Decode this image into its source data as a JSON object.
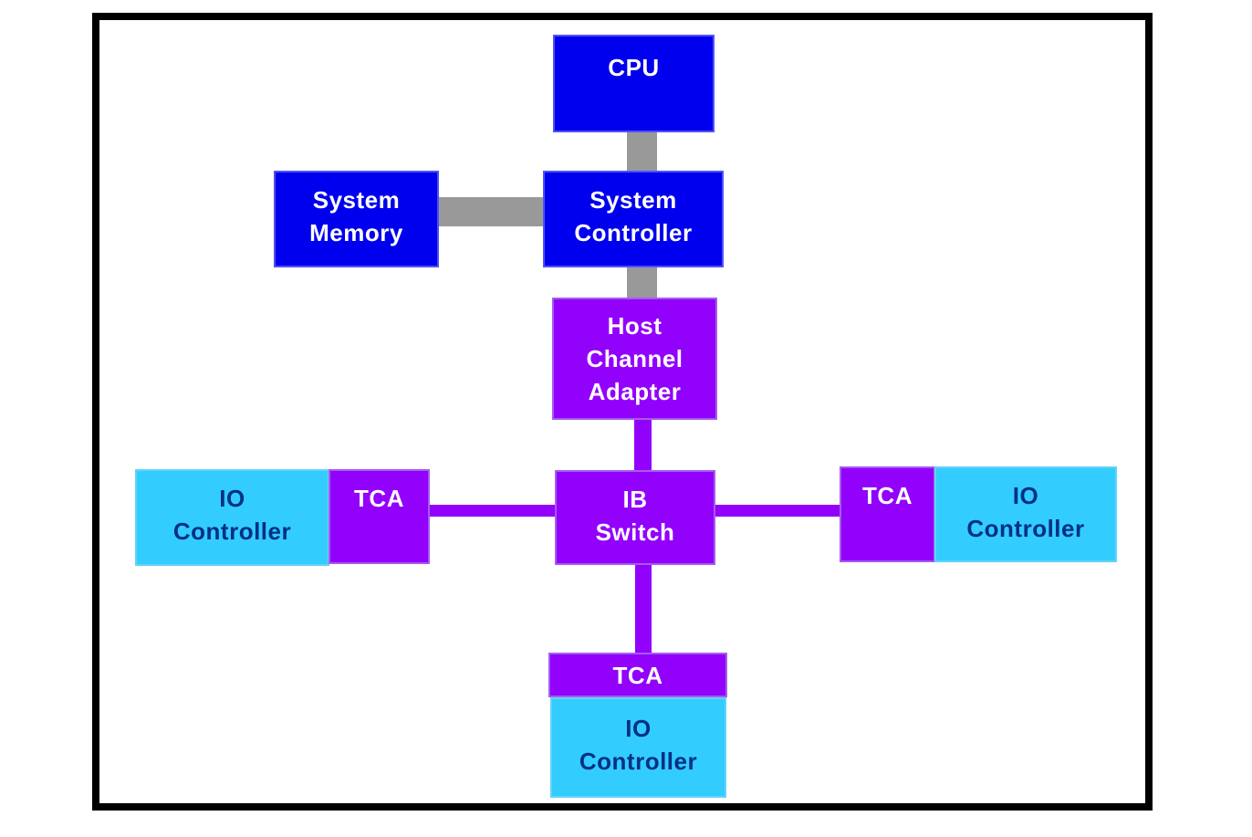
{
  "colors": {
    "box_blue": "#0000EE",
    "box_purple": "#9201FB",
    "box_cyan": "#33CCFF",
    "connector_gray": "#999999",
    "connector_purple": "#9201FB",
    "text_on_dark": "#FFFFFF",
    "text_navy": "#003087",
    "frame_black": "#000000",
    "background": "#FFFFFF"
  },
  "nodes": {
    "cpu": {
      "lines": [
        "CPU"
      ]
    },
    "system_memory": {
      "lines": [
        "System",
        "Memory"
      ]
    },
    "system_controller": {
      "lines": [
        "System",
        "Controller"
      ]
    },
    "host_channel_adapter": {
      "lines": [
        "Host",
        "Channel",
        "Adapter"
      ]
    },
    "ib_switch": {
      "lines": [
        "IB",
        "Switch"
      ]
    },
    "tca_left": {
      "lines": [
        "TCA"
      ]
    },
    "io_controller_left": {
      "lines": [
        "IO",
        "Controller"
      ]
    },
    "tca_right": {
      "lines": [
        "TCA"
      ]
    },
    "io_controller_right": {
      "lines": [
        "IO",
        "Controller"
      ]
    },
    "tca_bottom": {
      "lines": [
        "TCA"
      ]
    },
    "io_controller_bottom": {
      "lines": [
        "IO",
        "Controller"
      ]
    }
  },
  "connections": [
    {
      "from": "cpu",
      "to": "system_controller",
      "color": "gray"
    },
    {
      "from": "system_memory",
      "to": "system_controller",
      "color": "gray"
    },
    {
      "from": "system_controller",
      "to": "host_channel_adapter",
      "color": "gray"
    },
    {
      "from": "host_channel_adapter",
      "to": "ib_switch",
      "color": "purple"
    },
    {
      "from": "ib_switch",
      "to": "tca_left",
      "color": "purple"
    },
    {
      "from": "ib_switch",
      "to": "tca_right",
      "color": "purple"
    },
    {
      "from": "ib_switch",
      "to": "tca_bottom",
      "color": "purple"
    }
  ]
}
